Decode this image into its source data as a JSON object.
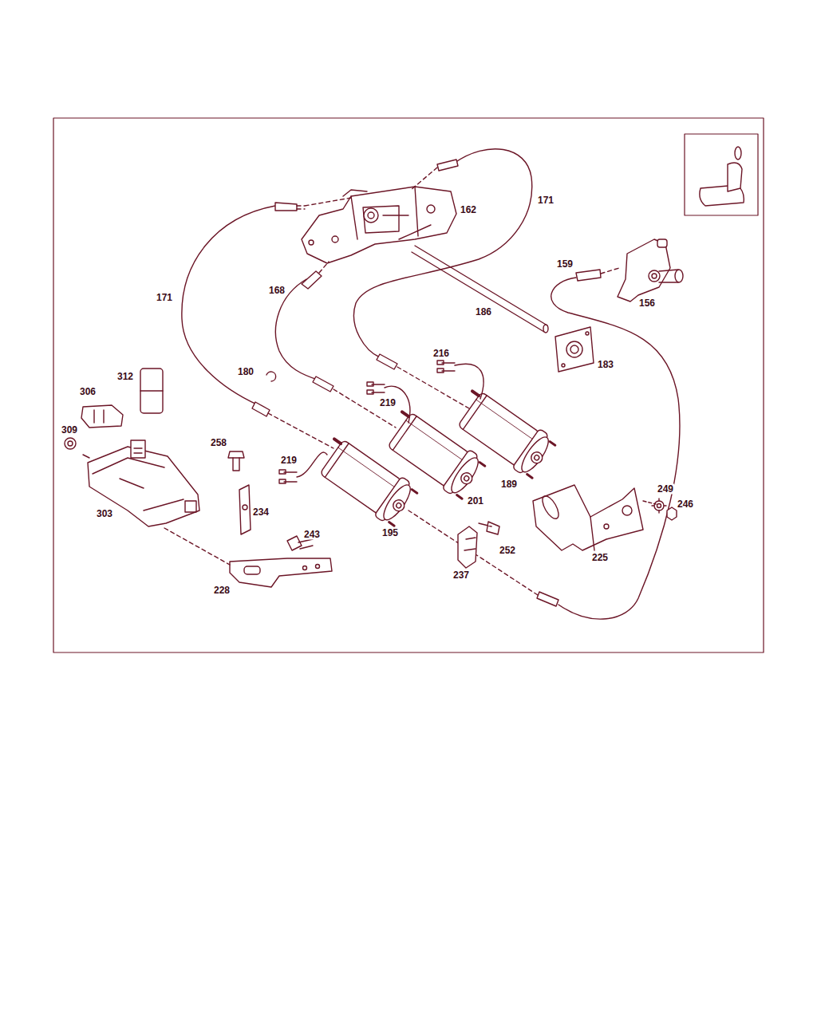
{
  "diagram": {
    "labels": [
      "171",
      "162",
      "159",
      "171",
      "168",
      "156",
      "186",
      "216",
      "183",
      "180",
      "312",
      "306",
      "219",
      "309",
      "258",
      "219",
      "189",
      "249",
      "201",
      "246",
      "234",
      "303",
      "195",
      "243",
      "252",
      "225",
      "237",
      "228"
    ]
  }
}
